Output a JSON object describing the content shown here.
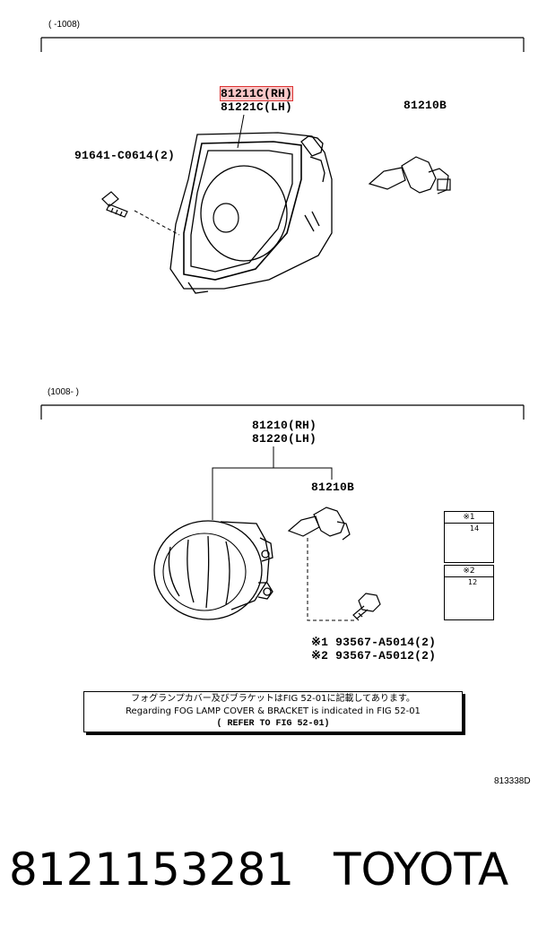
{
  "top_section": {
    "range_label": "(     -1008)",
    "part_rh": "81211C(RH)",
    "part_lh": "81221C(LH)",
    "bulb": "81210B",
    "bolt": "91641-C0614(2)"
  },
  "bottom_section": {
    "range_label": "(1008-     )",
    "part_rh": "81210(RH)",
    "part_lh": "81220(LH)",
    "bulb": "81210B",
    "screw1": "※1 93567-A5014(2)",
    "screw2": "※2 93567-A5012(2)",
    "inset1": {
      "mark": "※1",
      "length": "14"
    },
    "inset2": {
      "mark": "※2",
      "length": "12"
    }
  },
  "note": {
    "line_jp": "フォグランプカバー及びブラケットはFIG 52-01に記載してあります。",
    "line_en": "Regarding FOG LAMP COVER & BRACKET is indicated in FIG 52-01",
    "line_ref": "( REFER TO FIG 52-01)"
  },
  "figure_id": "813338D",
  "footer": {
    "part_number": "8121153281",
    "brand": "TOYOTA"
  }
}
